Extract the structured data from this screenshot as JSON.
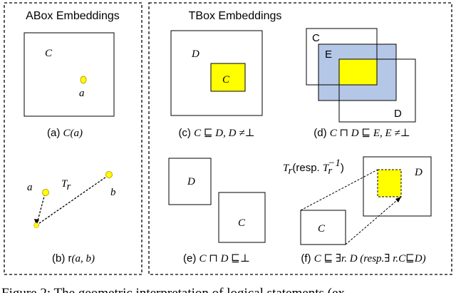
{
  "panels": {
    "abox_title": "ABox Embeddings",
    "tbox_title": "TBox Embeddings"
  },
  "sub_a": {
    "box_label": "C",
    "point_label": "a",
    "prefix": "(a) ",
    "math": "C(a)"
  },
  "sub_b": {
    "a_label": "a",
    "b_label": "b",
    "relation": "T",
    "relation_sub": "r",
    "prefix": "(b) r",
    "math": "(a, b)"
  },
  "sub_c": {
    "outer_label": "D",
    "inner_label": "C",
    "prefix": "(c) ",
    "math": "C ⊑ D, D ≠⊥"
  },
  "sub_d": {
    "c_label": "C",
    "d_label": "D",
    "e_label": "E",
    "prefix": "(d) ",
    "math": "C ⊓ D ⊑ E, E ≠⊥"
  },
  "sub_e": {
    "d_label": "D",
    "c_label": "C",
    "prefix": "(e) ",
    "math": "C ⊓ D ⊑⊥"
  },
  "sub_f": {
    "outer_label": "D",
    "small_label": "C",
    "t_name": "T",
    "t_sub": "r",
    "resp_text": "(resp. ",
    "t_sub2": "r",
    "t_sup2": "−1",
    "close": ")",
    "prefix": "(f) ",
    "math": "C ⊑ ∃r. D",
    "resp_math": " (resp.∃ r.C⊑D)"
  },
  "caption": "Figure 2: The geometric interpretation of logical statements (ex",
  "colors": {
    "yellow": "#ffff00",
    "dot_stroke": "#c0a000",
    "blue": "#b4c7e7",
    "panel_border": "#000000"
  }
}
